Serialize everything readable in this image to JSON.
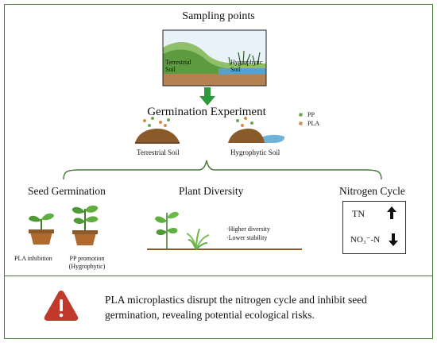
{
  "top": {
    "title": "Sampling points"
  },
  "landscape": {
    "terrestrial_label": "Terrestrial\nSoil",
    "hygrophytic_label": "Hygrophytic\nSoil"
  },
  "experiment": {
    "title": "Germination Experiment"
  },
  "legend": [
    {
      "label": "PP",
      "color": "#6aa84f"
    },
    {
      "label": "PLA",
      "color": "#d98b4a"
    }
  ],
  "soils": {
    "terrestrial": "Terrestrial Soil",
    "hygrophytic": "Hygrophytic Soil"
  },
  "outcomes": {
    "seed_germination": {
      "title": "Seed Germination",
      "pla_label": "PLA inhibition",
      "pp_label": "PP promotion",
      "pp_sub": "(Hygrophytic)"
    },
    "plant_diversity": {
      "title": "Plant Diversity",
      "notes": [
        "·Higher diversity",
        "·Lower stability"
      ]
    },
    "nitrogen_cycle": {
      "title": "Nitrogen Cycle",
      "rows": [
        {
          "label": "TN",
          "direction": "up"
        },
        {
          "label": "NO₃⁻-N",
          "direction": "down"
        }
      ]
    }
  },
  "conclusion": {
    "icon": "warning-icon",
    "text": "PLA microplastics disrupt the nitrogen cycle and inhibit seed germination, revealing potential ecological risks."
  },
  "colors": {
    "accent_green": "#4a7a3e",
    "arrow_green": "#2e9a3c",
    "soil_brown": "#8b5a2b",
    "warning_red": "#c0392b"
  }
}
